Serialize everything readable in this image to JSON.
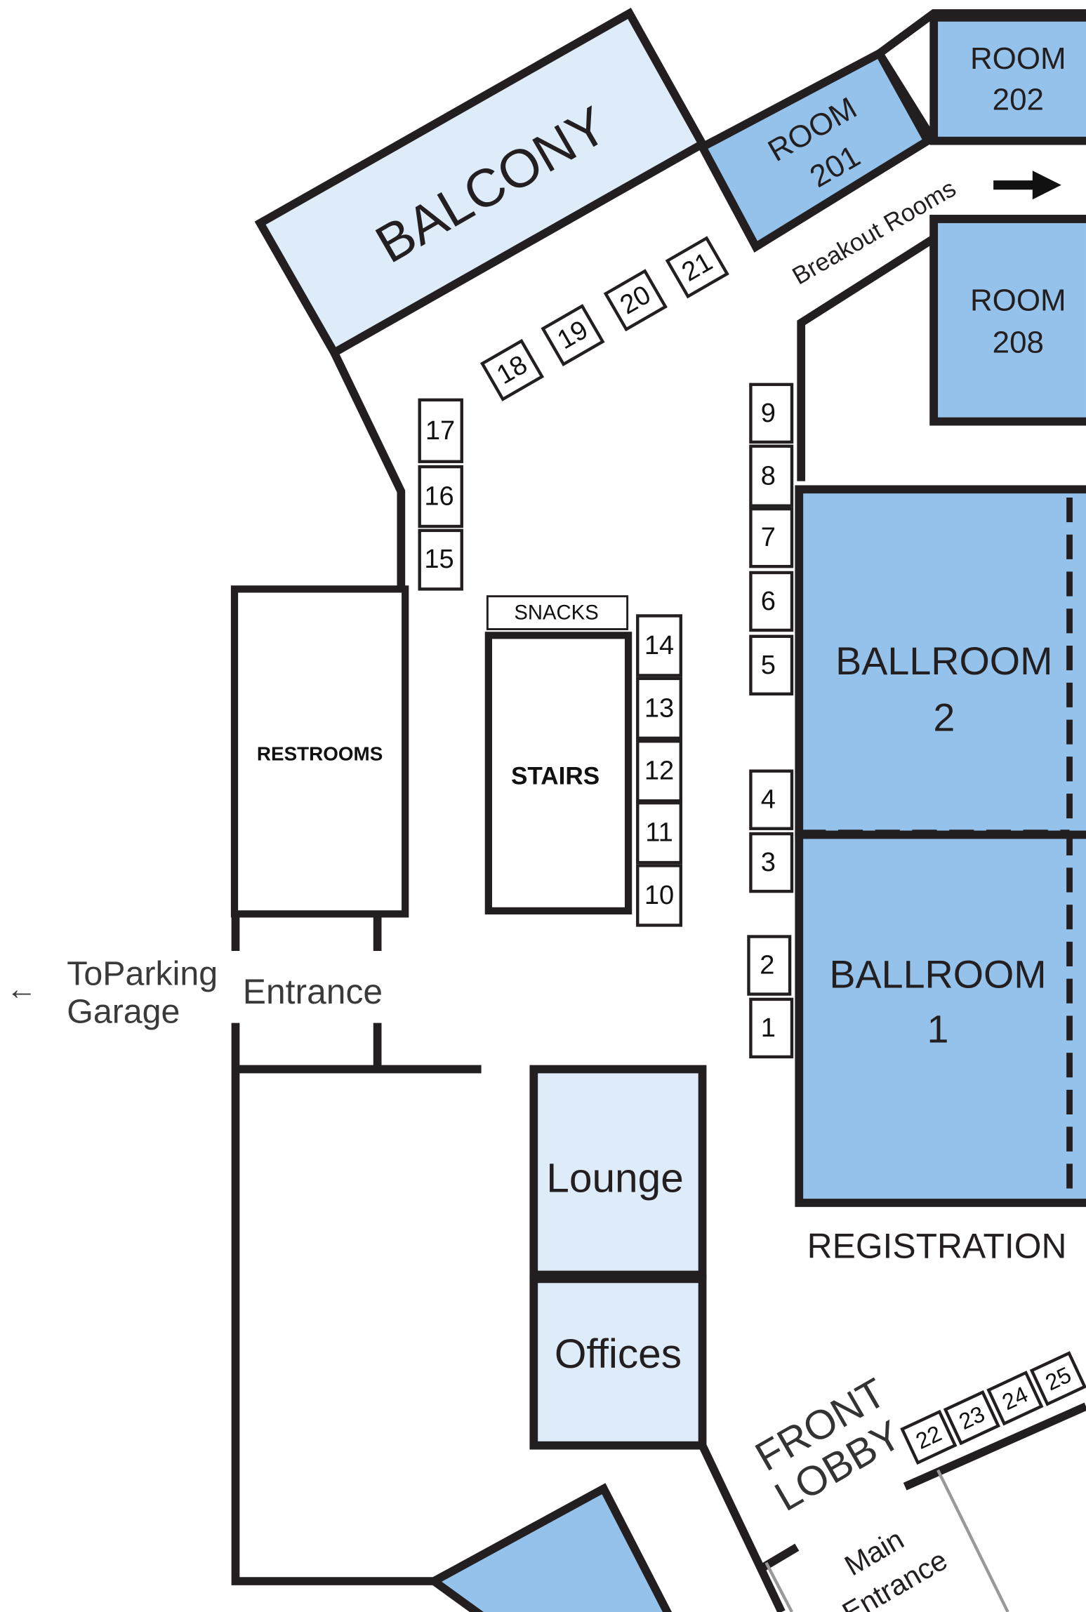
{
  "rooms": {
    "balcony": "BALCONY",
    "room201_line1": "ROOM",
    "room201_line2": "201",
    "room202_line1": "ROOM",
    "room202_line2": "202",
    "room208_line1": "ROOM",
    "room208_line2": "208",
    "ballroom2_line1": "BALLROOM",
    "ballroom2_line2": "2",
    "ballroom1_line1": "BALLROOM",
    "ballroom1_line2": "1",
    "restrooms": "RESTROOMS",
    "stairs": "STAIRS",
    "snacks": "SNACKS",
    "lounge": "Lounge",
    "offices": "Offices"
  },
  "labels": {
    "breakout_rooms": "Breakout Rooms",
    "registration": "REGISTRATION",
    "entrance": "Entrance",
    "to_parking_line1": "ToParking",
    "to_parking_line2": "Garage",
    "front_lobby_line1": "FRONT",
    "front_lobby_line2": "LOBBY",
    "main_entrance_line1": "Main",
    "main_entrance_line2": "Entrance",
    "arrow_left": "←"
  },
  "booths": {
    "b1": "1",
    "b2": "2",
    "b3": "3",
    "b4": "4",
    "b5": "5",
    "b6": "6",
    "b7": "7",
    "b8": "8",
    "b9": "9",
    "b10": "10",
    "b11": "11",
    "b12": "12",
    "b13": "13",
    "b14": "14",
    "b15": "15",
    "b16": "16",
    "b17": "17",
    "b18": "18",
    "b19": "19",
    "b20": "20",
    "b21": "21",
    "b22": "22",
    "b23": "23",
    "b24": "24",
    "b25": "25"
  },
  "colors": {
    "room_dark": "#94c2ea",
    "room_light": "#deebf8",
    "wall": "#231f20"
  }
}
